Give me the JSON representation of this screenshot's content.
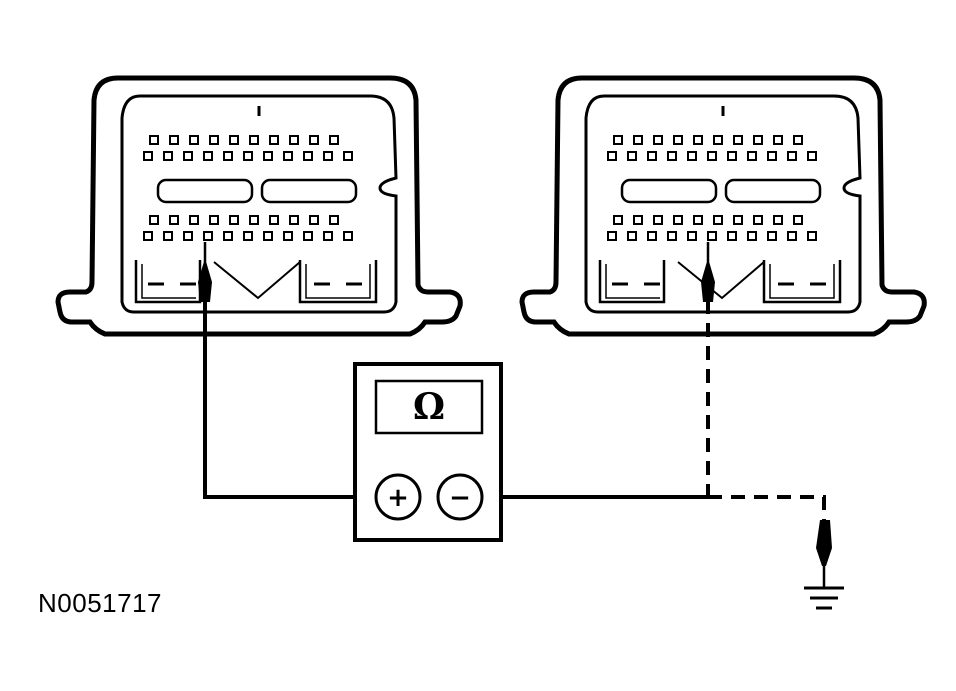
{
  "meter": {
    "unit_symbol": "Ω",
    "positive_terminal_label": "+",
    "negative_terminal_label": "−"
  },
  "figure_id": "N0051717",
  "modules": [
    {
      "name": "connector-left",
      "test_lead": "solid"
    },
    {
      "name": "connector-right",
      "test_lead": "dashed"
    }
  ],
  "colors": {
    "line": "#000000",
    "background": "#ffffff"
  }
}
